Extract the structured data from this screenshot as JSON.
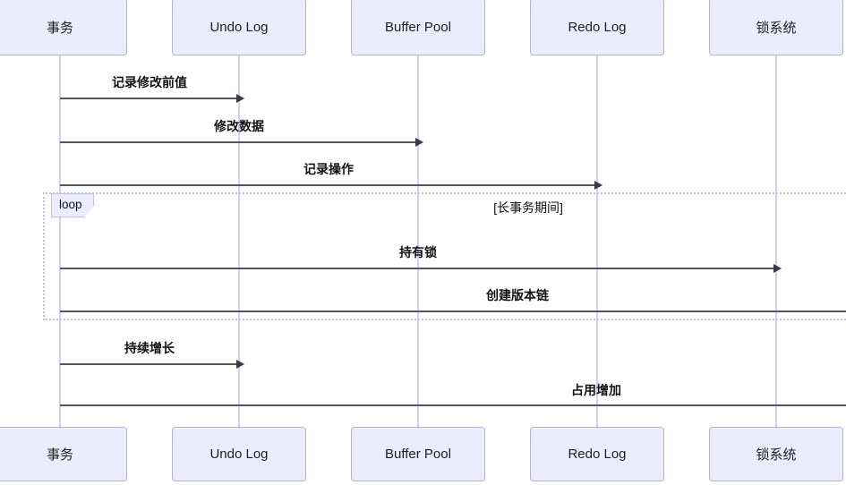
{
  "diagram": {
    "type": "sequence-diagram",
    "participants": [
      {
        "id": "transaction",
        "label": "事务"
      },
      {
        "id": "undo-log",
        "label": "Undo Log"
      },
      {
        "id": "buffer-pool",
        "label": "Buffer Pool"
      },
      {
        "id": "redo-log",
        "label": "Redo Log"
      },
      {
        "id": "lock-system",
        "label": "锁系统"
      }
    ],
    "messages": [
      {
        "label": "记录修改前值",
        "from": "事务",
        "to": "Undo Log",
        "arrow": "solid",
        "inside_loop": false
      },
      {
        "label": "修改数据",
        "from": "事务",
        "to": "Buffer Pool",
        "arrow": "solid",
        "inside_loop": false
      },
      {
        "label": "记录操作",
        "from": "事务",
        "to": "Redo Log",
        "arrow": "solid",
        "inside_loop": false
      },
      {
        "label": "持有锁",
        "from": "事务",
        "to": "锁系统",
        "arrow": "solid",
        "inside_loop": true
      },
      {
        "label": "创建版本链",
        "from": "事务",
        "to": "(cropped off-screen right)",
        "arrow": "solid",
        "inside_loop": true
      },
      {
        "label": "持续增长",
        "from": "事务",
        "to": "Undo Log",
        "arrow": "solid",
        "inside_loop": false
      },
      {
        "label": "占用增加",
        "from": "事务",
        "to": "(cropped off-screen right)",
        "arrow": "solid",
        "inside_loop": false
      }
    ],
    "loop": {
      "keyword": "loop",
      "condition": "[长事务期间]"
    }
  },
  "colors": {
    "background": "#ffffff",
    "actor_fill": "#ececff",
    "actor_border": "#b5b1d6",
    "lifeline": "#d3cdef",
    "message_line": "#56565a",
    "loop_border": "#c6c0e8",
    "text": "#1f1f1f"
  }
}
